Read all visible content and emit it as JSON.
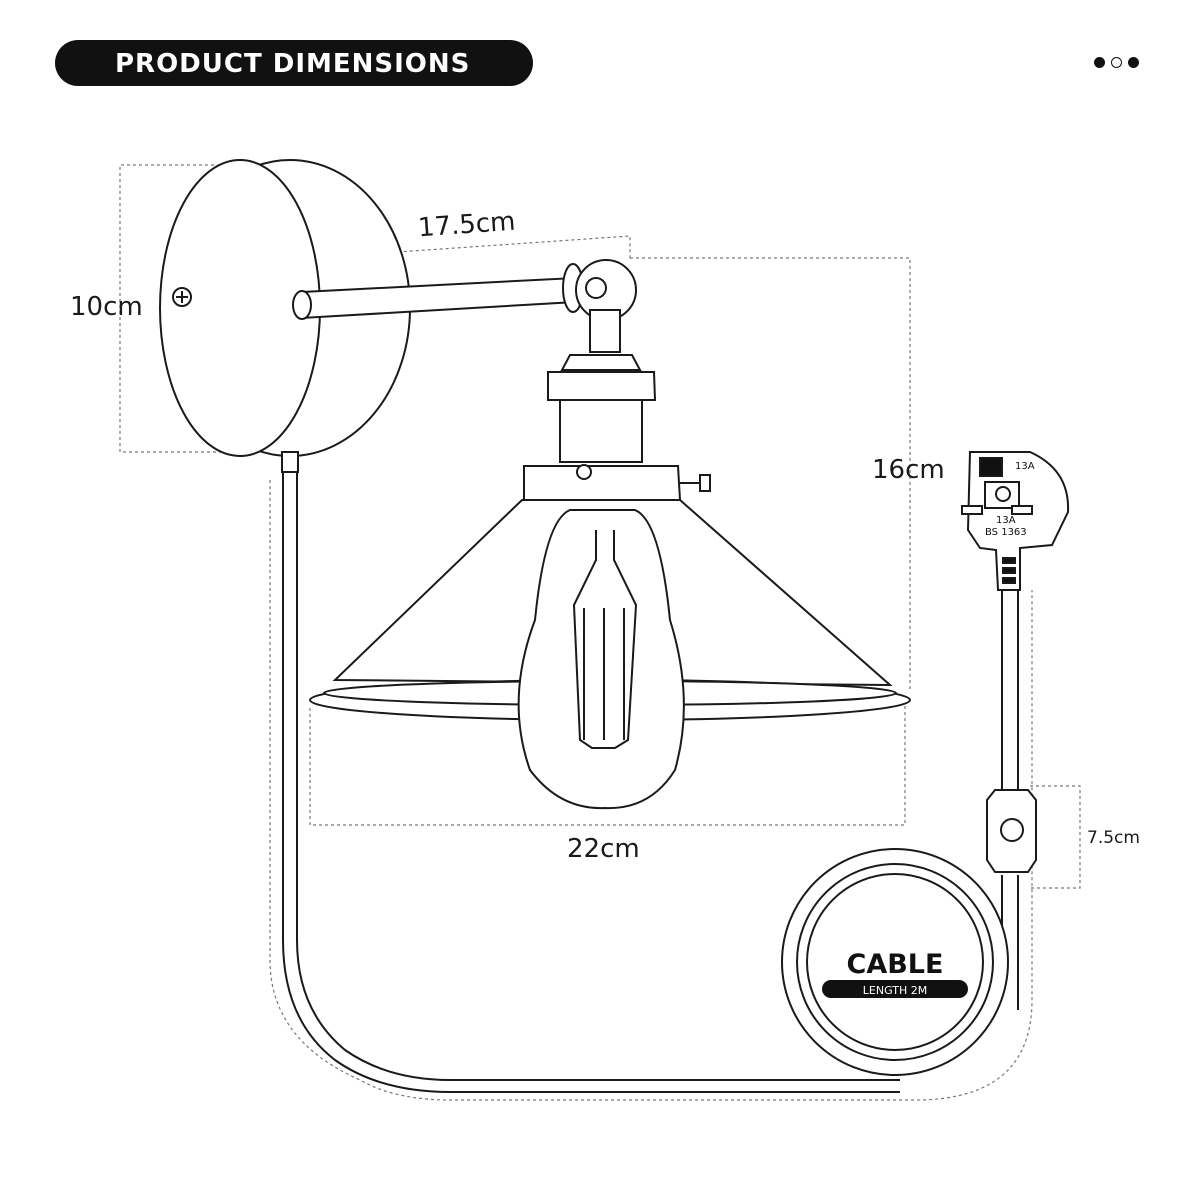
{
  "title": "PRODUCT DIMENSIONS",
  "pagination": {
    "total": 3,
    "active": [
      0,
      2
    ]
  },
  "dimensions": {
    "base_height": "10cm",
    "arm_length": "17.5cm",
    "shade_height": "16cm",
    "shade_width": "22cm",
    "switch_length": "7.5cm"
  },
  "plug": {
    "fuse_rating": "13A",
    "pin_rating": "13A",
    "standard": "BS 1363"
  },
  "cable_badge": {
    "title": "CABLE",
    "subtitle": "LENGTH 2M"
  },
  "colors": {
    "ink": "#111111",
    "line": "#1a1a1a",
    "dimension_line": "#777777",
    "background": "#ffffff"
  }
}
